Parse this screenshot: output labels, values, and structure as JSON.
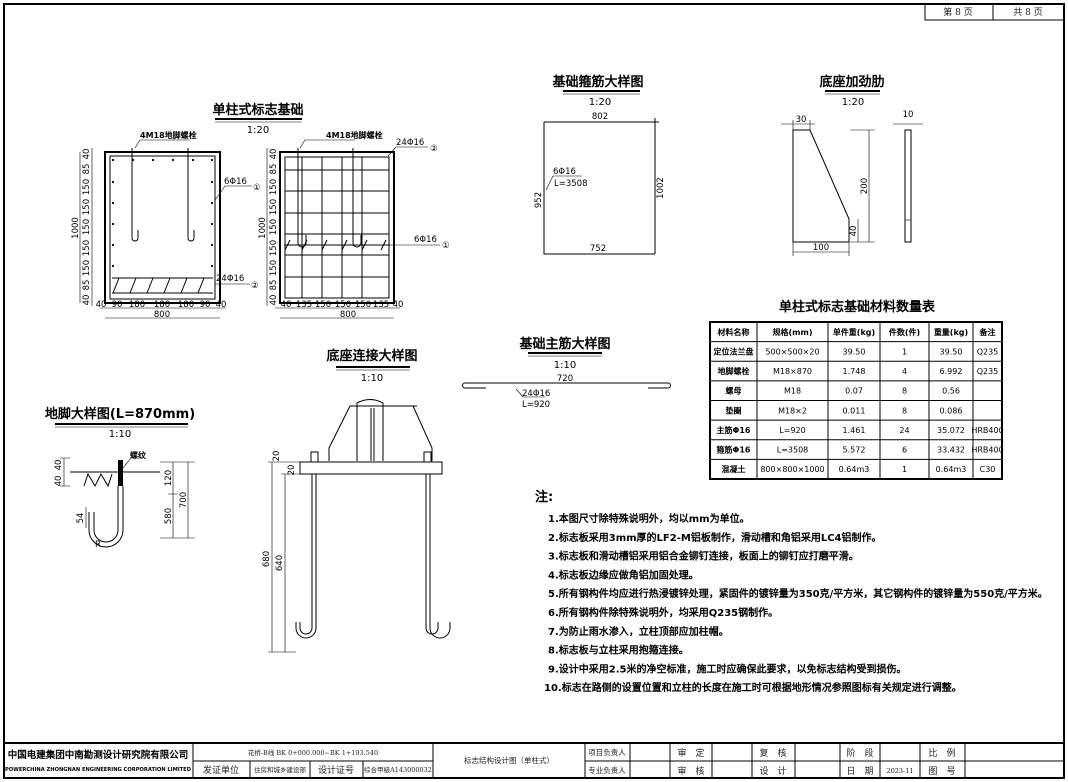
{
  "page_box": {
    "current": "第 8 页",
    "total": "共 8 页"
  },
  "foundation": {
    "title": "单柱式标志基础",
    "scale": "1:20",
    "bolt_label": "4M18地脚螺栓",
    "stirrup_label": "6Φ16",
    "main_bar_label": "24Φ16",
    "circle1": "①",
    "circle2": "②",
    "vertical_dims": [
      "40",
      "85",
      "150",
      "150",
      "150",
      "150",
      "150",
      "85",
      "40"
    ],
    "height_total": "1000",
    "left_horizontal_dims": [
      "40",
      "90",
      "180",
      "180",
      "180",
      "90",
      "40"
    ],
    "right_horizontal_dims": [
      "40",
      "135",
      "150",
      "150",
      "150",
      "135",
      "40"
    ],
    "width_total": "800"
  },
  "stirrup_detail": {
    "title": "基础箍筋大样图",
    "scale": "1:20",
    "top": "802",
    "bottom": "752",
    "left": "952",
    "right": "1002",
    "label1": "6Φ16",
    "label2": "L=3508"
  },
  "rib_detail": {
    "title": "底座加劲肋",
    "scale": "1:20",
    "top": "30",
    "thickness": "10",
    "height": "200",
    "bottom_h": "40",
    "width": "100"
  },
  "main_bar_detail": {
    "title": "基础主筋大样图",
    "scale": "1:10",
    "length": "720",
    "label1": "24Φ16",
    "label2": "L=920"
  },
  "base_detail": {
    "title": "底座连接大样图",
    "scale": "1:10",
    "dims": [
      "20",
      "20",
      "680",
      "640"
    ]
  },
  "anchor_detail": {
    "title": "地脚大样图(L=870mm)",
    "scale": "1:10",
    "thread_label": "螺纹",
    "dims_left": [
      "40",
      "40"
    ],
    "dim_54": "54",
    "dim_r": "R",
    "dims_right": [
      "120",
      "580",
      "700"
    ]
  },
  "material_table": {
    "title": "单柱式标志基础材料数量表",
    "headers": [
      "材料名称",
      "规格(mm)",
      "单件重(kg)",
      "件数(件)",
      "重量(kg)",
      "备注"
    ],
    "rows": [
      [
        "定位法兰盘",
        "500×500×20",
        "39.50",
        "1",
        "39.50",
        "Q235"
      ],
      [
        "地脚螺栓",
        "M18×870",
        "1.748",
        "4",
        "6.992",
        "Q235"
      ],
      [
        "螺母",
        "M18",
        "0.07",
        "8",
        "0.56",
        ""
      ],
      [
        "垫圈",
        "M18×2",
        "0.011",
        "8",
        "0.086",
        ""
      ],
      [
        "主筋Φ16",
        "L=920",
        "1.461",
        "24",
        "35.072",
        "HRB400"
      ],
      [
        "箍筋Φ16",
        "L=3508",
        "5.572",
        "6",
        "33.432",
        "HRB400"
      ],
      [
        "混凝土",
        "800×800×1000",
        "0.64m3",
        "1",
        "0.64m3",
        "C30"
      ]
    ]
  },
  "notes": {
    "heading": "注:",
    "items": [
      "1.本图尺寸除特殊说明外，均以mm为单位。",
      "2.标志板采用3mm厚的LF2-M铝板制作，滑动槽和角铝采用LC4铝制作。",
      "3.标志板和滑动槽铝采用铝合金铆钉连接，板面上的铆钉应打磨平滑。",
      "4.标志板边缘应做角铝加固处理。",
      "5.所有钢构件均应进行热浸镀锌处理，紧固件的镀锌量为350克/平方米，其它钢构件的镀锌量为550克/平方米。",
      "6.所有钢构件除特殊说明外，均采用Q235钢制作。",
      "7.为防止雨水渗入，立柱顶部应加柱帽。",
      "8.标志板与立柱采用抱箍连接。",
      "9.设计中采用2.5米的净空标准，施工时应确保此要求，以免标志结构受到损伤。",
      "10.标志在路侧的设置位置和立柱的长度在施工时可根据地形情况参照图标有关规定进行调整。"
    ]
  },
  "title_block": {
    "company_cn": "中国电建集团中南勘测设计研究院有限公司",
    "company_en": "POWERCHINA ZHONGNAN ENGINEERING CORPORATION LIMITED",
    "route": "花桥-B线 BK 0+000.000~BK 1+193.540",
    "issuer_label": "发证单位",
    "issuer": "住房和城乡建设部",
    "cert_label": "设计证号",
    "cert": "综合甲级A143000032",
    "drawing_title": "标志结构设计图（单柱式）",
    "project_lead": "项目负责人",
    "discipline_lead": "专业负责人",
    "approve": "审　定",
    "review": "审　核",
    "check": "复　核",
    "design": "设　计",
    "stage": "阶　段",
    "date_label": "日　期",
    "date": "2023-11",
    "scale_label": "比　例",
    "drawing_no": "图　号"
  }
}
